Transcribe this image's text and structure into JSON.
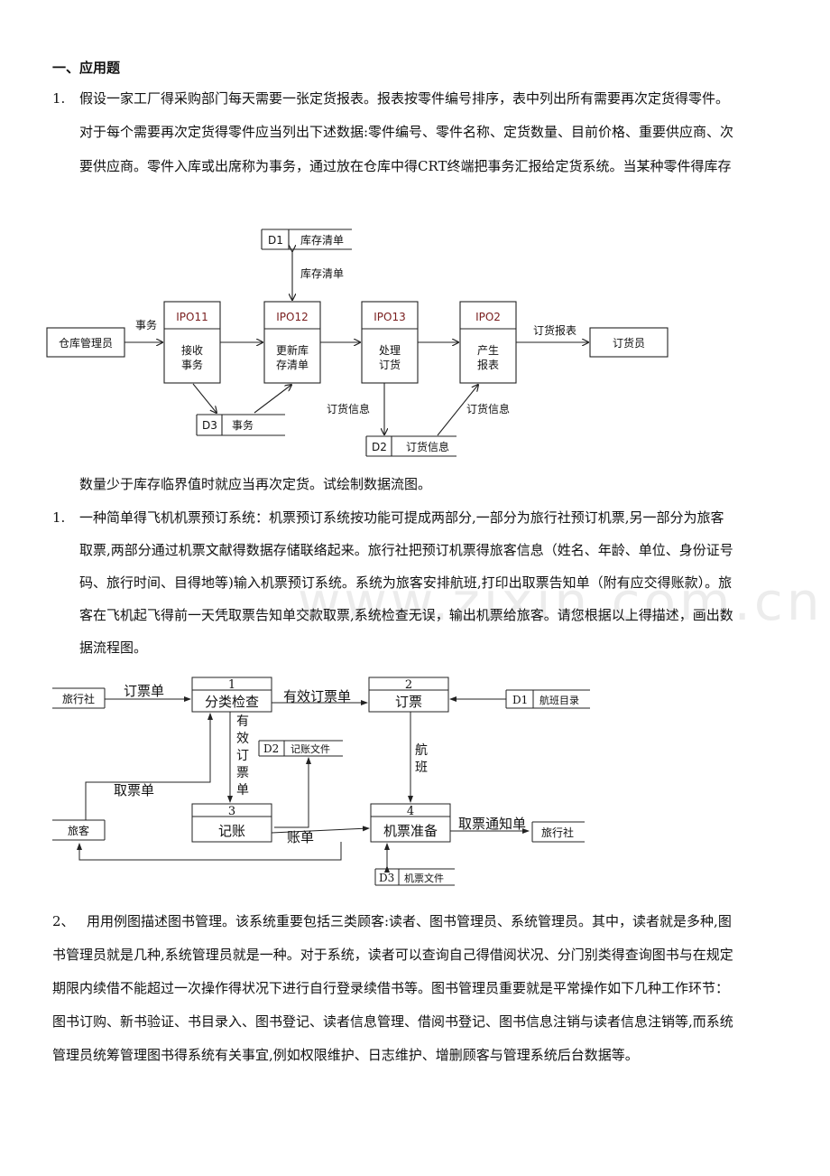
{
  "section_heading": "一、应用题",
  "q1": {
    "number": "1.",
    "line1": "假设一家工厂得采购部门每天需要一张定货报表。报表按零件编号排序，表中列出所有需要再次定货得零件。",
    "line2": "对于每个需要再次定货得零件应当列出下述数据:零件编号、零件名称、定货数量、目前价格、重要供应商、次",
    "line3": "要供应商。零件入库或出席称为事务，通过放在仓库中得CRT终端把事务汇报给定货系统。当某种零件得库存",
    "line4": "数量少于库存临界值时就应当再次定货。试绘制数据流图。"
  },
  "diagram1": {
    "store_d1_id": "D1",
    "store_d1_name": "库存清单",
    "flow_d1": "库存清单",
    "external_left": "仓库管理员",
    "flow_left": "事务",
    "p1_id": "IPO11",
    "p1_name": [
      "接收",
      "事务"
    ],
    "p2_id": "IPO12",
    "p2_name": [
      "更新库",
      "存清单"
    ],
    "p3_id": "IPO13",
    "p3_name": [
      "处理",
      "订货"
    ],
    "p4_id": "IPO2",
    "p4_name": [
      "产生",
      "报表"
    ],
    "flow_right": "订货报表",
    "external_right": "订货员",
    "store_d3_id": "D3",
    "store_d3_name": "事务",
    "flow_d2_in": "订货信息",
    "flow_d2_out": "订货信息",
    "store_d2_id": "D2",
    "store_d2_name": "订货信息"
  },
  "q2": {
    "number": "1.",
    "line1": "一种简单得飞机机票预订系统：机票预订系统按功能可提成两部分,一部分为旅行社预订机票,另一部分为旅客",
    "line2": "取票,两部分通过机票文献得数据存储联络起来。旅行社把预订机票得旅客信息（姓名、年龄、单位、身份证号",
    "line3": "码、旅行时间、目得地等)输入机票预订系统。系统为旅客安排航班,打印出取票告知单（附有应交得账款）。旅",
    "line4": "客在飞机起飞得前一天凭取票告知单交款取票,系统检查无误，输出机票给旅客。请您根据以上得描述，画出数",
    "line5": "据流程图。"
  },
  "diagram2": {
    "agency_in": "旅行社",
    "flow_order": "订票单",
    "p1_num": "1",
    "p1_name": "分类检查",
    "flow_valid": "有效订票单",
    "p2_num": "2",
    "p2_name": "订票",
    "store_d1_id": "D1",
    "store_d1_name": "航班目录",
    "flow_valid_vertical": [
      "有",
      "效",
      "订",
      "票",
      "单"
    ],
    "store_d2_id": "D2",
    "store_d2_name": "记账文件",
    "flow_flight": [
      "航",
      "班"
    ],
    "flow_pickup": "取票单",
    "p3_num": "3",
    "p3_name": "记账",
    "passenger": "旅客",
    "flow_bill": "账单",
    "p4_num": "4",
    "p4_name": "机票准备",
    "flow_notice": "取票通知单",
    "agency_out": "旅行社",
    "store_d3_id": "D3",
    "store_d3_name": "机票文件"
  },
  "q3": {
    "number": "2、",
    "line1": "用用例图描述图书管理。该系统重要包括三类顾客:读者、图书管理员、系统管理员。其中，读者就是多种,图",
    "line2": "书管理员就是几种,系统管理员就是一种。对于系统，读者可以查询自己得借阅状况、分门别类得查询图书与在规定",
    "line3": "期限内续借不能超过一次操作得状况下进行自行登录续借书等。图书管理员重要就是平常操作如下几种工作环节：",
    "line4": "图书订购、新书验证、书目录入、图书登记、读者信息管理、借阅书登记、图书信息注销与读者信息注销等,而系统",
    "line5": "管理员统筹管理图书得系统有关事宜,例如权限维护、日志维护、增删顾客与管理系统后台数据等。"
  },
  "watermark": "www.zixin.com.cn"
}
